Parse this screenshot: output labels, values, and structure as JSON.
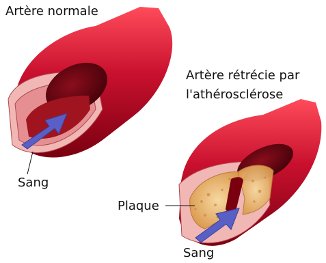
{
  "labels": {
    "normal_title": "Artère normale",
    "narrowed_title_line1": "Artère rétrécie par",
    "narrowed_title_line2": "l'athérosclérose",
    "blood_normal": "Sang",
    "plaque": "Plaque",
    "blood_narrowed": "Sang"
  },
  "colors": {
    "artery_outer": "#c8102e",
    "artery_dark": "#7a0010",
    "lumen": "#3d0008",
    "wall_section": "#f0b7b5",
    "plaque": "#e8b870",
    "arrow": "#5a5fc6",
    "text": "#111111"
  }
}
